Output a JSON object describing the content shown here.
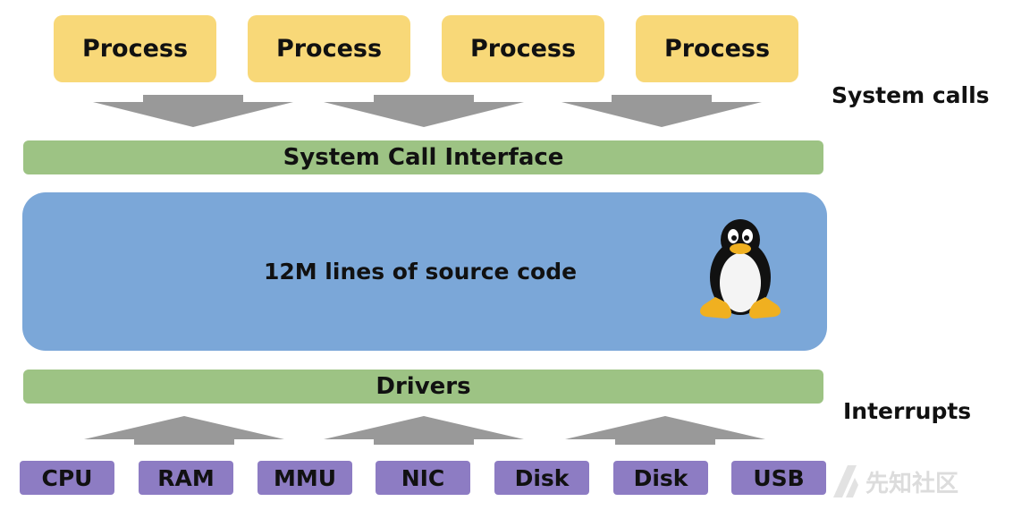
{
  "processes": [
    "Process",
    "Process",
    "Process",
    "Process"
  ],
  "labels": {
    "system_calls": "System calls",
    "interrupts": "Interrupts"
  },
  "syscall_interface": "System Call Interface",
  "kernel": {
    "text": "12M lines of source code",
    "icon": "tux-penguin-icon"
  },
  "drivers": "Drivers",
  "hardware": [
    "CPU",
    "RAM",
    "MMU",
    "NIC",
    "Disk",
    "Disk",
    "USB"
  ],
  "watermark": "先知社区",
  "colors": {
    "process": "#f8d878",
    "green_bar": "#9dc384",
    "kernel": "#7ba7d8",
    "hardware": "#8d7cc3",
    "arrow": "#999999"
  }
}
